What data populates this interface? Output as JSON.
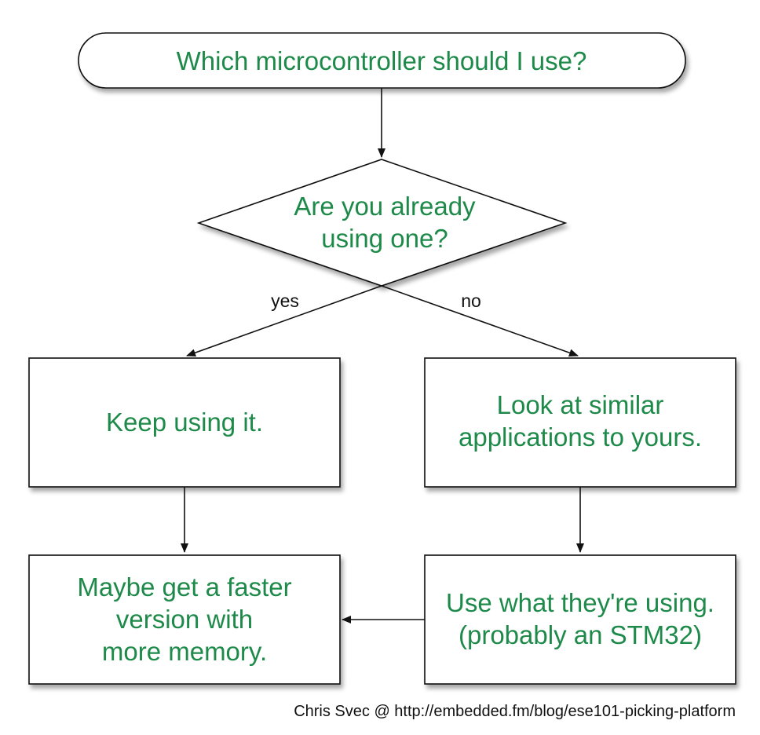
{
  "diagram": {
    "start": {
      "text": "Which microcontroller should I use?"
    },
    "decision": {
      "lines": [
        "Are you already",
        "using one?"
      ]
    },
    "edge_yes": "yes",
    "edge_no": "no",
    "keep": {
      "text": "Keep using it."
    },
    "look": {
      "lines": [
        "Look at similar",
        "applications to yours."
      ]
    },
    "faster": {
      "lines": [
        "Maybe get a faster",
        "version with",
        "more memory."
      ]
    },
    "use": {
      "lines": [
        "Use what they're using.",
        "(probably an STM32)"
      ]
    }
  },
  "credit": "Chris Svec @ http://embedded.fm/blog/ese101-picking-platform",
  "colors": {
    "text": "#1e8a4a",
    "stroke": "#111111",
    "shadow": "#bbbbbb"
  }
}
